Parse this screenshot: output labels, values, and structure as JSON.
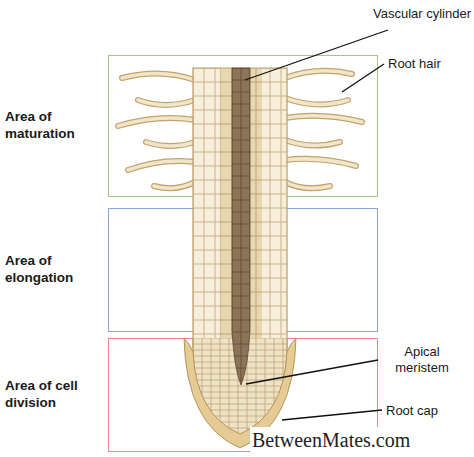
{
  "diagram": {
    "nodes": [
      {
        "text": [
          "Area of maturation"
        ]
      },
      {
        "text": [
          "Area of elongation"
        ]
      },
      {
        "text": [
          "Area of cell division"
        ]
      }
    ],
    "labels": [
      "Vascular cylinder",
      "Root hair",
      "Apical meristem",
      "Root cap",
      "BetweenMates.com"
    ]
  }
}
